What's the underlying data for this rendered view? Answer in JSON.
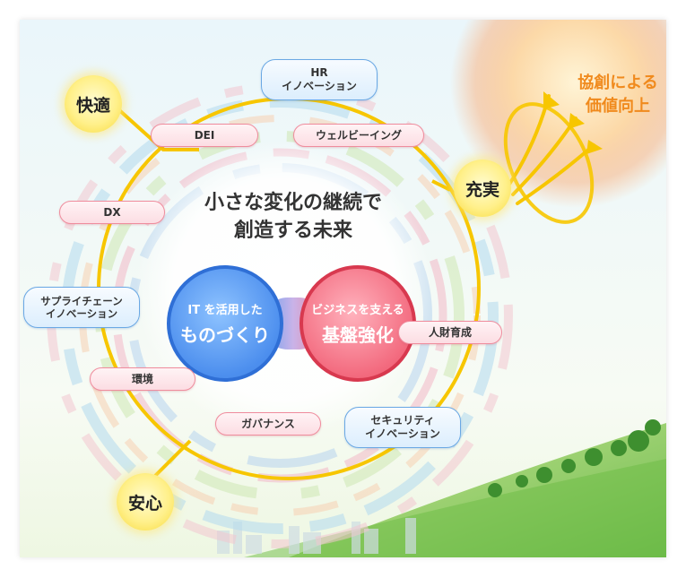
{
  "headline": {
    "line1": "小さな変化の継続で",
    "line2": "創造する未来"
  },
  "cores": {
    "it": {
      "small": "IT を活用した",
      "big": "ものづくり"
    },
    "business": {
      "small": "ビジネスを支える",
      "big": "基盤強化"
    }
  },
  "badges": {
    "comfort": "快適",
    "fulfillment": "充実",
    "safety": "安心"
  },
  "goal": "協創による\n価値向上",
  "pills": {
    "hr": "HR\nイノベーション",
    "dei": "DEI",
    "wellbeing": "ウェルビーイング",
    "dx": "DX",
    "supply_chain": "サプライチェーン\nイノベーション",
    "talent": "人財育成",
    "environment": "環境",
    "governance": "ガバナンス",
    "security": "セキュリティ\nイノベーション"
  },
  "colors": {
    "accent_orange": "#f08a1d",
    "ring_yellow": "#f7c600",
    "it_blue": "#4d8fee",
    "business_red": "#e85366"
  }
}
